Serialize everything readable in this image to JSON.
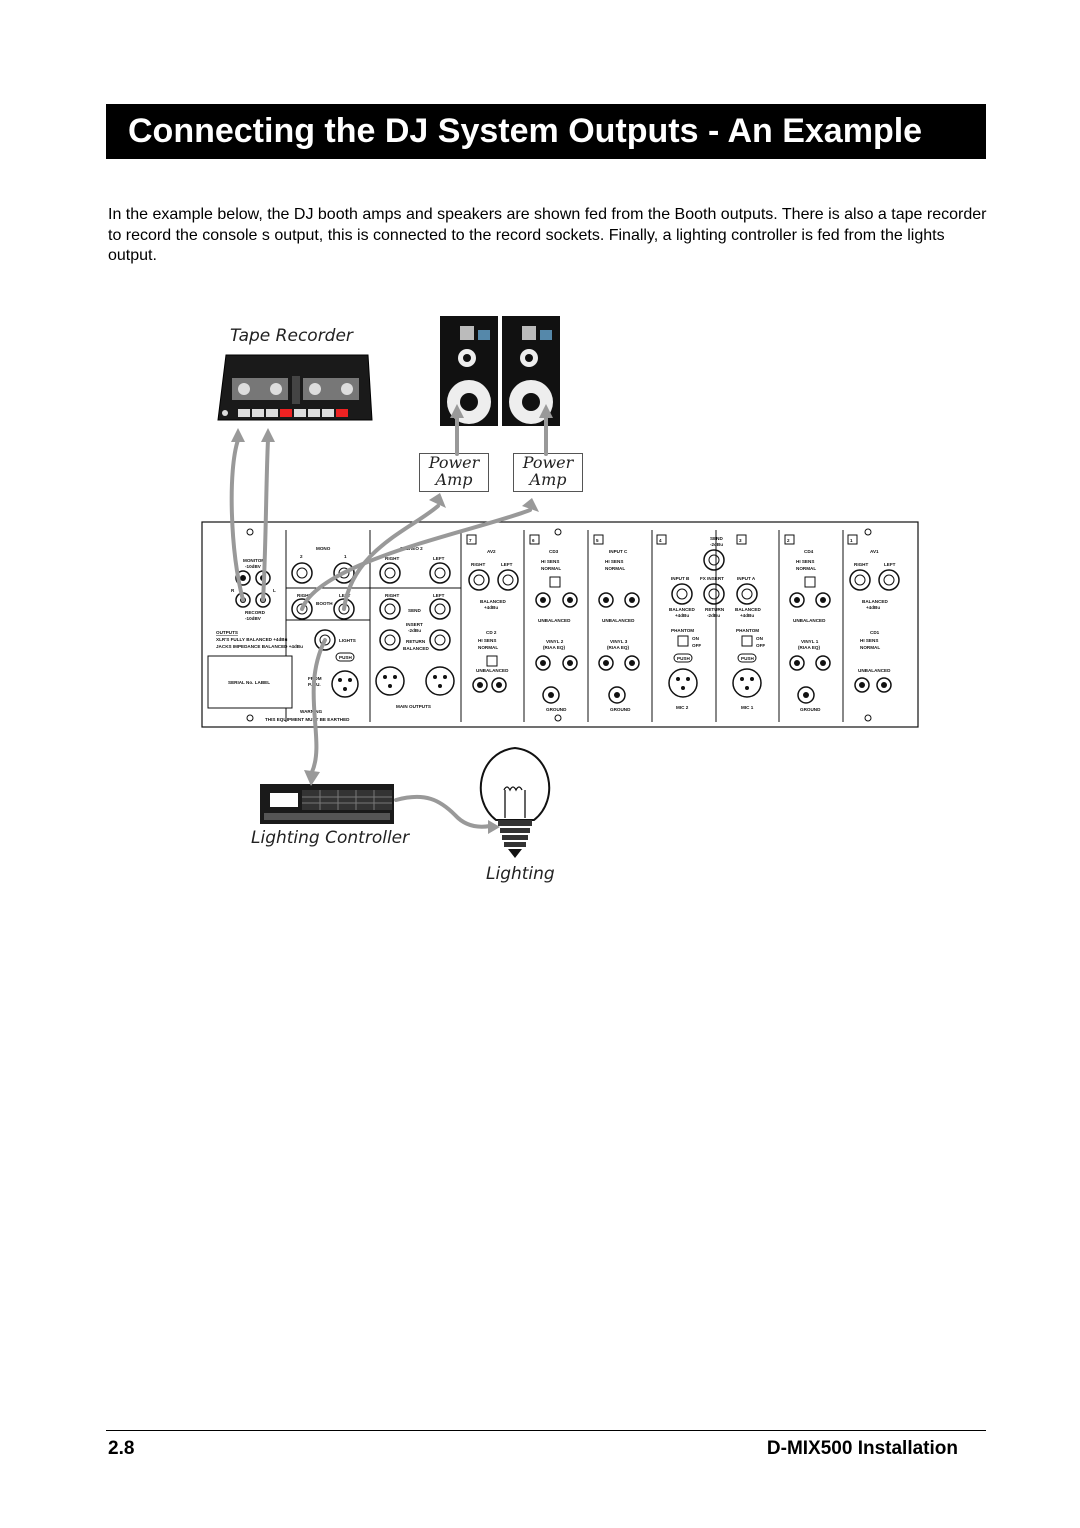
{
  "title": "Connecting the DJ System Outputs - An Example",
  "intro_lines": [
    "In the example below, the DJ booth amps and speakers are shown fed from the Booth outputs. There is also a tape recorder",
    "to record the console s output, this is connected to the record sockets. Finally, a lighting controller is fed from the lights",
    "output."
  ],
  "labels": {
    "tape_recorder": "Tape Recorder",
    "power_amp_1": [
      "Power",
      "Amp"
    ],
    "power_amp_2": [
      "Power",
      "Amp"
    ],
    "lighting_controller": "Lighting Controller",
    "lighting": "Lighting"
  },
  "panel": {
    "left": {
      "monitor": "MONITOR",
      "monitor_level": "-10dBV",
      "record": "RECORD",
      "record_level": "-10dBV",
      "r": "R",
      "l": "L",
      "outputs": "OUTPUTS",
      "outputs_note_1": "XLR'S FULLY BALANCED +4dBu",
      "outputs_note_2": "JACKS IMPEDANCE BALANCED +4dBu",
      "serial_label": "SERIAL No. LABEL"
    },
    "mono": "MONO",
    "mono_2": "2",
    "mono_1": "1",
    "stereo": "STEREO 2",
    "right": "RIGHT",
    "left_lbl": "LEFT",
    "booth": "BOOTH",
    "lights": "LIGHTS",
    "push": "PUSH",
    "from_psu": "FROM",
    "psu": "P.S.U.",
    "send": "SEND",
    "insert": "INSERT",
    "insert_level": "-2dBu",
    "return": "RETURN",
    "balanced": "BALANCED",
    "main_outputs": "MAIN OUTPUTS",
    "warning": "WARNING",
    "earthed": "THIS EQUIPMENT MUST BE EARTHED",
    "channels": [
      {
        "num": "7",
        "name": "AV2",
        "sub": "CD 2",
        "foot": "UNBALANCED"
      },
      {
        "num": "6",
        "name": "CD3",
        "sub": "VINYL 2",
        "foot": "GROUND"
      },
      {
        "num": "5",
        "name": "INPUT C",
        "sub": "VINYL 3",
        "foot": "GROUND"
      },
      {
        "num": "4",
        "name": "INPUT B",
        "sub": "PHANTOM",
        "foot": "MIC 2"
      },
      {
        "num": "3",
        "name": "INPUT A",
        "sub": "PHANTOM",
        "foot": "MIC 1"
      },
      {
        "num": "2",
        "name": "CD4",
        "sub": "VINYL 1",
        "foot": "GROUND"
      },
      {
        "num": "1",
        "name": "AV1",
        "sub": "CD1",
        "foot": "UNBALANCED"
      }
    ],
    "hi_sens": "HI SENS",
    "normal": "NORMAL",
    "riaa": "(RIAA EQ)",
    "fx_insert": "FX INSERT",
    "send_top": "SEND",
    "send_top_level": "-2dBu",
    "on": "ON",
    "off": "OFF",
    "unbalanced": "UNBALANCED",
    "bal_level": "+4dBu"
  },
  "footer": {
    "page": "2.8",
    "doc": "D-MIX500 Installation"
  }
}
